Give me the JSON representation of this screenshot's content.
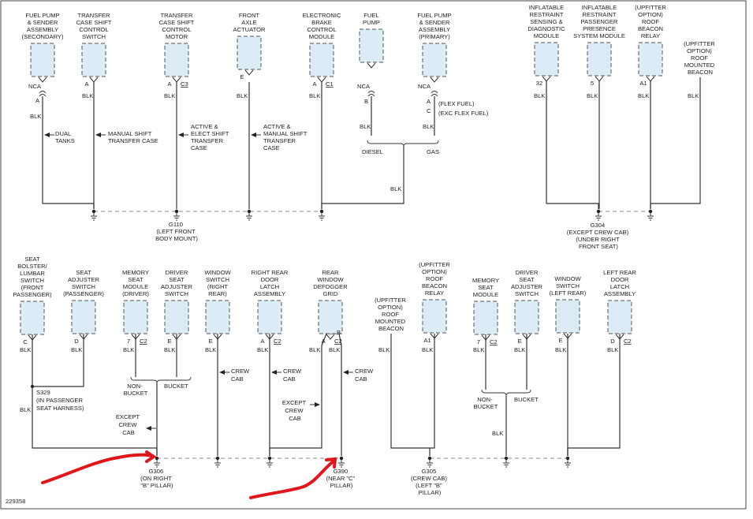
{
  "figure_id": "229358",
  "wire_color": "BLK",
  "components": [
    {
      "lines": [
        "FUEL PUMP",
        "& SENDER",
        "ASSEMBLY",
        "(SECONDARY)"
      ],
      "pin": "",
      "conn": ""
    },
    {
      "lines": [
        "TRANSFER",
        "CASE SHIFT",
        "CONTROL",
        "SWITCH"
      ],
      "pin": "A",
      "conn": ""
    },
    {
      "lines": [
        "TRANSFER",
        "CASE SHIFT",
        "CONTROL",
        "MOTOR"
      ],
      "pin": "A",
      "conn": "C3"
    },
    {
      "lines": [
        "FRONT",
        "AXLE",
        "ACTUATOR"
      ],
      "pin": "E",
      "conn": ""
    },
    {
      "lines": [
        "ELECTRONIC",
        "BRAKE",
        "CONTROL",
        "MODULE"
      ],
      "pin": "A",
      "conn": "C1"
    },
    {
      "lines": [
        "FUEL",
        "PUMP"
      ],
      "pin": "",
      "conn": ""
    },
    {
      "lines": [
        "FUEL PUMP",
        "& SENDER",
        "ASSEMBLY",
        "(PRIMARY)"
      ],
      "pin": "",
      "conn": ""
    },
    {
      "lines": [
        "INFLATABLE",
        "RESTRAINT",
        "SENSING &",
        "DIAGNOSTIC",
        "MODULE"
      ],
      "pin": "32",
      "conn": ""
    },
    {
      "lines": [
        "INFLATABLE",
        "RESTRAINT",
        "PASSENGER",
        "PRESENCE",
        "SYSTEM MODULE"
      ],
      "pin": "5",
      "conn": ""
    },
    {
      "lines": [
        "(UPFITTER",
        "OPTION)",
        "ROOF",
        "BEACON",
        "RELAY"
      ],
      "pin": "A1",
      "conn": ""
    },
    {
      "lines": [
        "SEAT",
        "BOLSTER/",
        "LUMBAR",
        "SWITCH",
        "(FRONT",
        "PASSENGER)"
      ],
      "pin": "C",
      "conn": ""
    },
    {
      "lines": [
        "SEAT",
        "ADJUSTER",
        "SWITCH",
        "(PASSENGER)"
      ],
      "pin": "D",
      "conn": ""
    },
    {
      "lines": [
        "MEMORY",
        "SEAT",
        "MODULE",
        "(DRIVER)"
      ],
      "pin": "7",
      "conn": "C2"
    },
    {
      "lines": [
        "DRIVER",
        "SEAT",
        "ADJUSTER",
        "SWITCH"
      ],
      "pin": "E",
      "conn": ""
    },
    {
      "lines": [
        "WINDOW",
        "SWITCH",
        "(RIGHT",
        "REAR)"
      ],
      "pin": "E",
      "conn": ""
    },
    {
      "lines": [
        "RIGHT REAR",
        "DOOR",
        "LATCH",
        "ASSEMBLY"
      ],
      "pin": "A",
      "conn": "C2"
    },
    {
      "lines": [
        "REAR",
        "WINDOW",
        "DEFOGGER",
        "GRID"
      ],
      "pin": "A",
      "conn": "C2"
    },
    {
      "lines": [
        "(UPFITTER",
        "OPTION)",
        "ROOF",
        "BEACON",
        "RELAY"
      ],
      "pin": "A1",
      "conn": ""
    },
    {
      "lines": [
        "MEMORY",
        "SEAT",
        "MODULE"
      ],
      "pin": "7",
      "conn": "C2"
    },
    {
      "lines": [
        "DRIVER",
        "SEAT",
        "ADJUSTER",
        "SWITCH"
      ],
      "pin": "E",
      "conn": ""
    },
    {
      "lines": [
        "WINDOW",
        "SWITCH",
        "(LEFT REAR)"
      ],
      "pin": "E",
      "conn": ""
    },
    {
      "lines": [
        "LEFT REAR",
        "DOOR",
        "LATCH",
        "ASSEMBLY"
      ],
      "pin": "D",
      "conn": "C2"
    }
  ],
  "roof_beacon_top": [
    "(UPFITTER",
    "OPTION)",
    "ROOF",
    "MOUNTED",
    "BEACON"
  ],
  "roof_beacon_bottom": [
    "(UPFITTER",
    "OPTION)",
    "ROOF",
    "MOUNTED",
    "BEACON"
  ],
  "connector_pins": {
    "nca": "NCA",
    "a": "A",
    "b": "B",
    "c": "C",
    "right_rear_b": "B"
  },
  "fuel_options": {
    "flex": "(FLEX FUEL)",
    "exc_flex": "(EXC FLEX FUEL)",
    "diesel": "DIESEL",
    "gas": "GAS"
  },
  "wire_notes": {
    "dual_tanks": [
      "DUAL",
      "TANKS"
    ],
    "manual_shift": [
      "MANUAL SHIFT",
      "TRANSFER CASE"
    ],
    "active_elect": [
      "ACTIVE &",
      "ELECT SHIFT",
      "TRANSFER",
      "CASE"
    ],
    "active_manual": [
      "ACTIVE &",
      "MANUAL SHIFT",
      "TRANSFER",
      "CASE"
    ],
    "crew_cab_1": [
      "CREW",
      "CAB"
    ],
    "crew_cab_2": [
      "CREW",
      "CAB"
    ],
    "crew_cab_3": [
      "CREW",
      "CAB"
    ],
    "except_crew_cab_1": [
      "EXCEPT",
      "CREW",
      "CAB"
    ],
    "except_crew_cab_2": [
      "EXCEPT",
      "CREW",
      "CAB"
    ],
    "non_bucket_1": [
      "NON-",
      "BUCKET"
    ],
    "bucket_1": [
      "BUCKET"
    ],
    "non_bucket_2": [
      "NON-",
      "BUCKET"
    ],
    "bucket_2": [
      "BUCKET"
    ]
  },
  "splice": {
    "name": "S329",
    "desc": [
      "(IN PASSENGER",
      "SEAT HARNESS)"
    ]
  },
  "grounds": {
    "G110": [
      "G110",
      "(LEFT FRONT",
      "BODY MOUNT)"
    ],
    "G304": [
      "G304",
      "(EXCEPT CREW CAB)",
      "(UNDER RIGHT",
      "FRONT SEAT)"
    ],
    "G306": [
      "G306",
      "(ON RIGHT",
      "\"B\" PILLAR)"
    ],
    "G390": [
      "G390",
      "(NEAR \"C\"",
      "PILLAR)"
    ],
    "G305": [
      "G305",
      "(CREW CAB)",
      "(LEFT \"B\"",
      "PILLAR)"
    ]
  }
}
